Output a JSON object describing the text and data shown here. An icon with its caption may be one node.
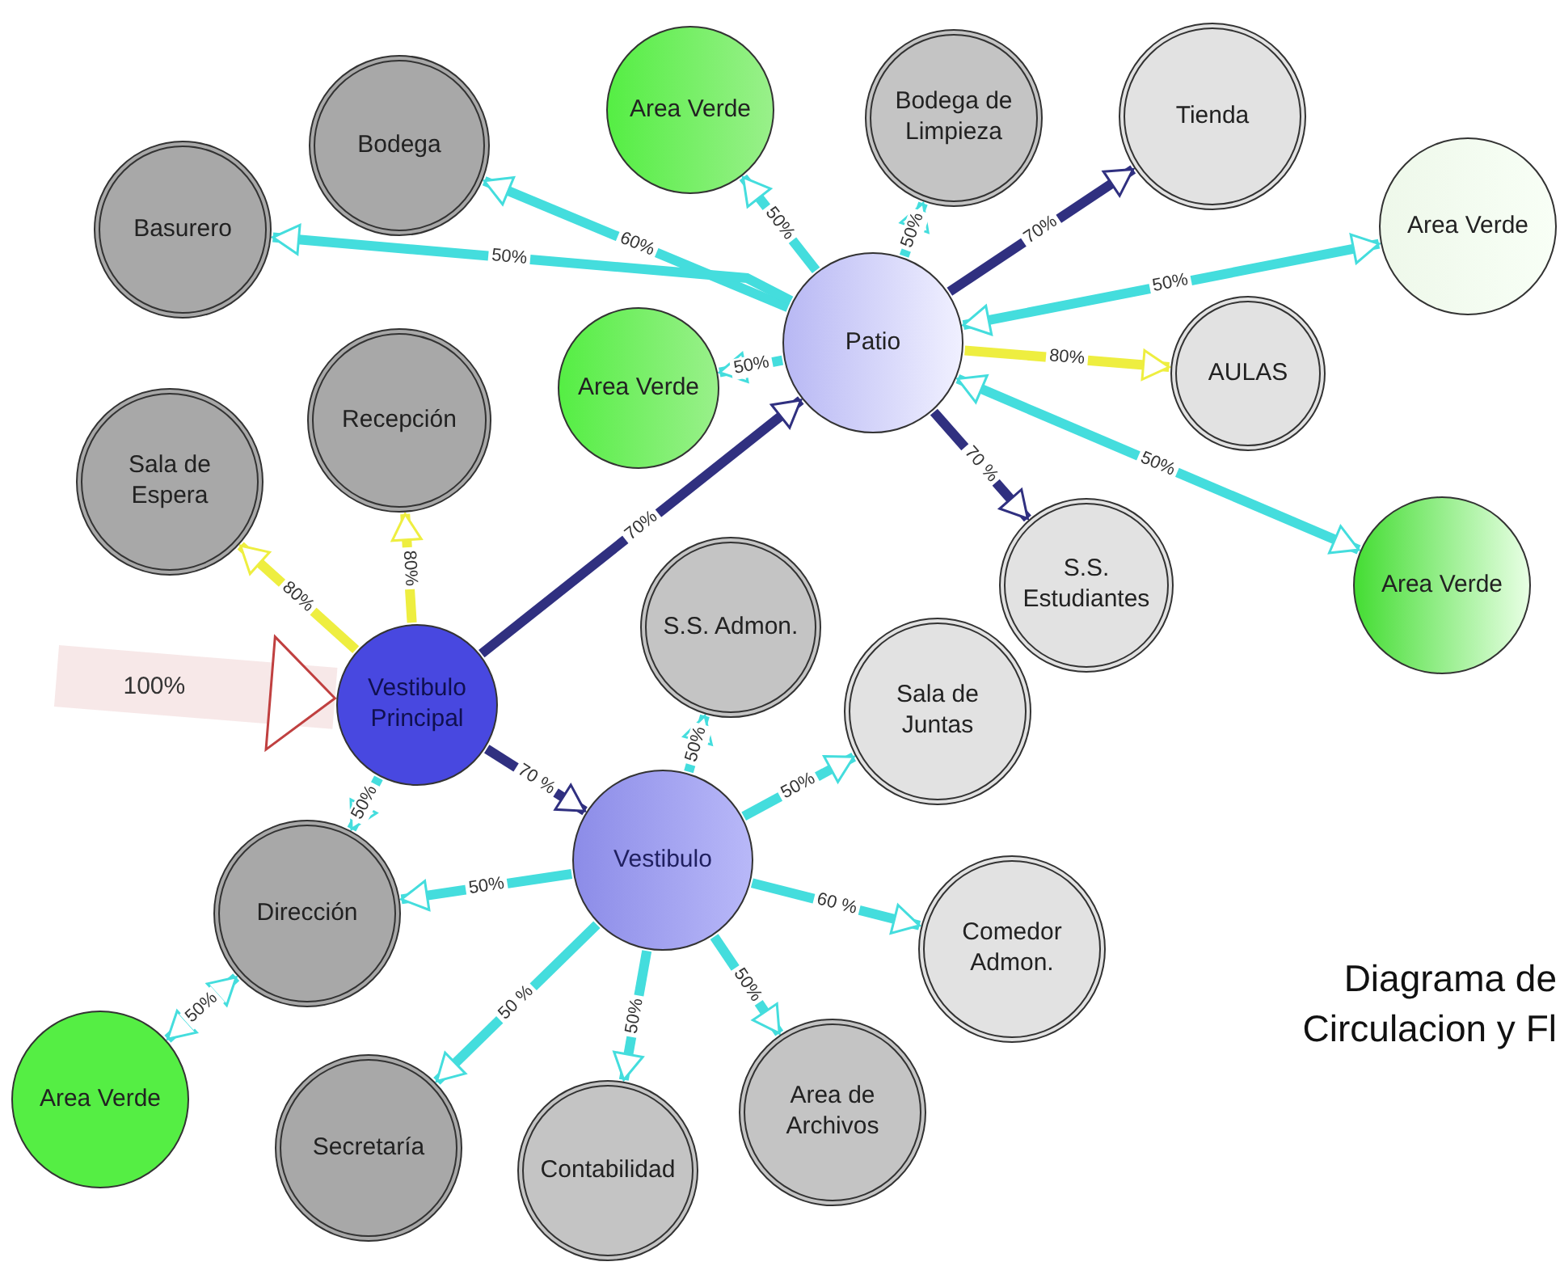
{
  "diagram": {
    "title": "Diagrama de Circulacion y Fl",
    "nodes": [
      {
        "text": [
          "Basurero"
        ]
      },
      {
        "text": [
          "Bodega"
        ]
      },
      {
        "text": [
          "Area Verde"
        ]
      },
      {
        "text": [
          "Bodega de Limpieza"
        ]
      },
      {
        "text": [
          "Tienda"
        ]
      },
      {
        "text": [
          "Area Verde"
        ]
      },
      {
        "text": [
          "Recepción"
        ]
      },
      {
        "text": [
          "Area Verde"
        ]
      },
      {
        "text": [
          "Patio"
        ]
      },
      {
        "text": [
          "AULAS"
        ]
      },
      {
        "text": [
          "Sala de Espera"
        ]
      },
      {
        "text": [
          "S.S. Estudiantes"
        ]
      },
      {
        "text": [
          "Area Verde"
        ]
      },
      {
        "text": [
          "S.S. Admon."
        ]
      },
      {
        "text": [
          "Vestibulo Principal"
        ]
      },
      {
        "text": [
          "Sala de Juntas"
        ]
      },
      {
        "text": [
          "Vestibulo"
        ]
      },
      {
        "text": [
          "Dirección"
        ]
      },
      {
        "text": [
          "Comedor Admon."
        ]
      },
      {
        "text": [
          "Area Verde"
        ]
      },
      {
        "text": [
          "Secretaría"
        ]
      },
      {
        "text": [
          "Contabilidad"
        ]
      },
      {
        "text": [
          "Area de Archivos"
        ]
      }
    ],
    "edges": [
      {
        "from": 8,
        "to": 1,
        "arrow": "to",
        "label": "60%"
      },
      {
        "from": 8,
        "to": 0,
        "arrow": "to",
        "label": "50%"
      },
      {
        "from": 8,
        "to": 2,
        "arrow": "to",
        "label": "50%"
      },
      {
        "from": 8,
        "to": 3,
        "arrow": "to",
        "label": "50%"
      },
      {
        "from": 8,
        "to": 4,
        "arrow": "to",
        "label": "70%",
        "color": "#303080"
      },
      {
        "from": 8,
        "to": 5,
        "arrow": "both",
        "label": "50%"
      },
      {
        "from": 8,
        "to": 7,
        "arrow": "to",
        "label": "50%"
      },
      {
        "from": 8,
        "to": 9,
        "arrow": "to",
        "label": "80%",
        "color": "#eeee40"
      },
      {
        "from": 8,
        "to": 12,
        "arrow": "both",
        "label": "50%"
      },
      {
        "from": 8,
        "to": 11,
        "arrow": "to",
        "label": "70 %",
        "color": "#303080"
      },
      {
        "from": 14,
        "to": 8,
        "arrow": "to",
        "label": "70%",
        "color": "#303080"
      },
      {
        "from": 14,
        "to": 10,
        "arrow": "to",
        "label": "80%",
        "color": "#eeee40"
      },
      {
        "from": 14,
        "to": 6,
        "arrow": "to",
        "label": "80%",
        "color": "#eeee40"
      },
      {
        "from": null,
        "to": 14,
        "arrow": "to",
        "label": "100%",
        "style": "thick",
        "color": "#c04040"
      },
      {
        "from": 14,
        "to": 17,
        "arrow": "to",
        "label": "50%"
      },
      {
        "from": 14,
        "to": 16,
        "arrow": "to",
        "label": "70 %",
        "color": "#303080"
      },
      {
        "from": 16,
        "to": 13,
        "arrow": "to",
        "label": "50%"
      },
      {
        "from": 16,
        "to": 15,
        "arrow": "to",
        "label": "50%"
      },
      {
        "from": 16,
        "to": 18,
        "arrow": "to",
        "label": "60 %"
      },
      {
        "from": 16,
        "to": 22,
        "arrow": "to",
        "label": "50%"
      },
      {
        "from": 16,
        "to": 21,
        "arrow": "to",
        "label": "50%"
      },
      {
        "from": 16,
        "to": 20,
        "arrow": "to",
        "label": "50 %"
      },
      {
        "from": 16,
        "to": 17,
        "arrow": "to",
        "label": "50%"
      },
      {
        "from": 17,
        "to": 19,
        "arrow": "both",
        "label": "50%"
      }
    ]
  }
}
